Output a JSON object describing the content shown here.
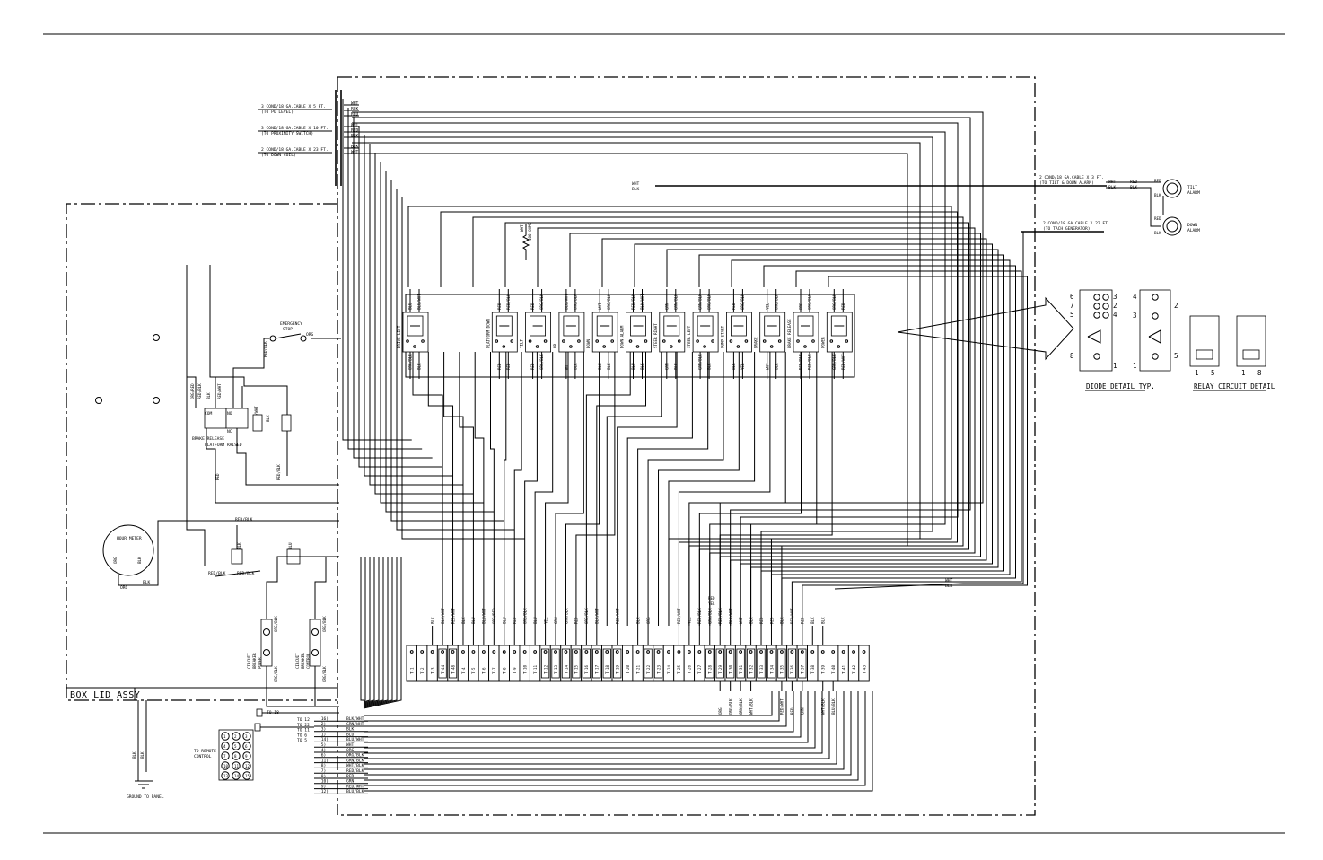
{
  "box_lid_label": "BOX LID ASSY",
  "cables": [
    {
      "id": "c1",
      "line1": "3 COND/18 GA.CABLE X 5 FT.",
      "line2": "(TO PU LEVEL)",
      "wires": [
        "WHT",
        "BLK",
        "RED"
      ]
    },
    {
      "id": "c2",
      "line1": "3 COND/18 GA.CABLE X 10 FT.",
      "line2": "(TO PROXIMITY SWITCH)",
      "wires": [
        "WHT",
        "RED",
        "BLK"
      ]
    },
    {
      "id": "c3",
      "line1": "2 COND/18 GA.CABLE X 23 FT.",
      "line2": "(TO DOWN COIL)",
      "wires": [
        "BLK",
        "WHT"
      ]
    }
  ],
  "right_cables": [
    {
      "id": "r1",
      "line1": "2 COND/18 GA.CABLE X 3 FT.",
      "line2": "(TO TILT & DOWN ALARM)",
      "wires": [
        "WHT",
        "BLK"
      ],
      "far": [
        "RED",
        "BLK"
      ]
    },
    {
      "id": "r2",
      "line1": "2 COND/18 GA.CABLE X 22 FT.",
      "line2": "(TO TACH GENERATOR)"
    }
  ],
  "alarms": [
    {
      "label": "TILT ALARM",
      "term": "RED",
      "neg": "BLK"
    },
    {
      "label": "DOWN ALARM",
      "term": "RED",
      "neg": "BLK"
    }
  ],
  "junction_wires": {
    "top": [
      "WHT",
      "BLK"
    ],
    "bottom": [
      "WHT",
      "BLK"
    ]
  },
  "resistor": {
    "label": "100 OHMS",
    "wire": "WHT"
  },
  "emergency_stop": {
    "line1": "EMERGENCY",
    "line2": "STOP",
    "wire1": "ORG",
    "wire2": "RED/BLK"
  },
  "brake_release": "BRAKE RELEASE",
  "platform_raised": "PLATFORM RAISED",
  "switch_labels": [
    "NO",
    "NC",
    "COM"
  ],
  "side_wires": [
    "ORG/RED",
    "RED/BLK",
    "BLK",
    "RED/WHT",
    "RED/WHT",
    "BLK",
    "RED/BLK",
    "RED"
  ],
  "hour_meter": {
    "label": "HOUR METER",
    "wire1": "ORG",
    "wire2": "BLK"
  },
  "hm_wires": [
    "RED/BLK",
    "RED/BLK",
    "RED/BLK",
    "BLK",
    "BLU"
  ],
  "breakers": [
    {
      "line1": "CIRCUIT",
      "line2": "BREAKER",
      "line3": "POWER",
      "w1": "ORG/BLK",
      "w2": "ORG/BLK"
    },
    {
      "line1": "CIRCUIT",
      "line2": "BREAKER",
      "line3": "CONTROL",
      "w1": "ORG/BLK",
      "w2": "ORG/BLK"
    }
  ],
  "relays": [
    {
      "name": "DRIVE LIFT",
      "top": [
        "BLU",
        "BLU/WHT"
      ],
      "bot": [
        "ORG/BLK",
        "BLK"
      ]
    },
    {
      "name": "PLATFORM DOWN",
      "top": [
        "RED",
        "RED/BLK"
      ],
      "bot": [
        "RED",
        "RED"
      ]
    },
    {
      "name": "TILT",
      "top": [
        "RED",
        "ORG/BLK"
      ],
      "bot": [
        "RED",
        "ORG/BLK"
      ]
    },
    {
      "name": "UP",
      "top": [
        "BLU/WHT",
        "ORG/BLK"
      ],
      "bot": [
        "WHT",
        "BLK"
      ]
    },
    {
      "name": "DOWN",
      "top": [
        "WHT",
        "ORG/BLK"
      ],
      "bot": [
        "BLK",
        "BLK"
      ]
    },
    {
      "name": "DOWN ALARM",
      "top": [
        "RED/BLK",
        "BLK/WHT"
      ],
      "bot": [
        "BLU",
        "BLK"
      ]
    },
    {
      "name": "STEER RIGHT",
      "top": [
        "GRN",
        "GRN/BLK"
      ],
      "bot": [
        "GRN",
        "BLK"
      ]
    },
    {
      "name": "STEER LEFT",
      "top": [
        "GRN/BLK",
        "ORG/BLK"
      ],
      "bot": [
        "GRN/BLK",
        "BLK"
      ]
    },
    {
      "name": "PUMP START",
      "top": [
        "RED",
        "ORG/BLK"
      ],
      "bot": [
        "BLK",
        "YEL"
      ]
    },
    {
      "name": "BRAKE",
      "top": [
        "YEL",
        "ORG/BLK"
      ],
      "bot": [
        "WHT",
        "BLK"
      ]
    },
    {
      "name": "BRAKE RELEASE",
      "top": [
        "ORG",
        "ORG/BLK"
      ],
      "bot": [
        "RED/BLK",
        "RED/BLK"
      ]
    },
    {
      "name": "POWER",
      "top": [
        "ORG/BLK",
        "RED"
      ],
      "bot": [
        "GRN/BLK",
        "RED/WHT"
      ]
    }
  ],
  "terminals": [
    "T-1",
    "T-2",
    "T-3",
    "T-44",
    "T-48",
    "T-4",
    "T-5",
    "T-6",
    "T-7",
    "T-8",
    "T-9",
    "T-10",
    "T-11",
    "T-12",
    "T-13",
    "T-14",
    "T-15",
    "T-16",
    "T-17",
    "T-18",
    "T-19",
    "T-20",
    "T-21",
    "T-22",
    "T-23",
    "T-24",
    "T-25",
    "T-26",
    "T-27",
    "T-28",
    "T-29",
    "T-30",
    "T-31",
    "T-32",
    "T-33",
    "T-34",
    "T-35",
    "T-36",
    "T-37",
    "T-38",
    "T-39",
    "T-40",
    "T-41",
    "T-42",
    "T-43"
  ],
  "terminal_boxed": [
    3,
    4,
    13,
    14,
    15,
    16,
    17,
    18,
    19,
    20,
    23,
    24,
    29,
    30,
    31,
    32,
    33,
    34,
    35,
    36,
    37,
    38
  ],
  "top_wires": [
    "",
    "",
    "BLK",
    "BLK/WHT",
    "RED/WHT",
    "BLK",
    "BLU",
    "BLU/WHT",
    "ORG/RED",
    "BLU",
    "RED",
    "ORG/BLK",
    "BLU",
    "YEL",
    "GRN",
    "GRN/BLK",
    "RED",
    "ORG/BLK",
    "BLK/WHT",
    "",
    "RED/WHT",
    "",
    "BLK",
    "ORG",
    "",
    "",
    "RED/WHT",
    "YEL",
    "RED/BLK",
    "GRN/BLK",
    "RED/BLK",
    "BLK/WHT",
    "WHT",
    "BLK",
    "RED",
    "RED",
    "BLK",
    "RED/WHT",
    "RED",
    "BLK",
    "BLK",
    "",
    "",
    ""
  ],
  "bottom_wires": [
    "",
    "",
    "",
    "",
    "",
    "",
    "",
    "",
    "",
    "",
    "",
    "",
    "",
    "",
    "",
    "",
    "",
    "",
    "",
    "",
    "",
    "",
    "",
    "",
    "",
    "",
    "",
    "",
    "",
    "",
    "ORG",
    "ORG/BLK",
    "GRN/BLK",
    "WHT/BLK",
    "",
    "",
    "RED/WHT",
    "RED",
    "GRN",
    "",
    "WHT/BLK",
    "BLU/BLK",
    "",
    "",
    ""
  ],
  "coil_wires": [
    "YEL",
    "RED"
  ],
  "connector": {
    "label1": "TO REMOTE",
    "label2": "CONTROL",
    "pins": [
      [
        "1",
        "2",
        "3"
      ],
      [
        "4",
        "5",
        "6"
      ],
      [
        "7",
        "8",
        "9"
      ],
      [
        "10",
        "11",
        "12"
      ],
      [
        "13",
        "14",
        "15"
      ]
    ]
  },
  "pin_labels": [
    "TO 12",
    "TO 22",
    "TO 11",
    "TO 6",
    "TO 5"
  ],
  "to18": "TO 18",
  "bundle": [
    {
      "pin": "(16)",
      "wire": "BLK/WHT"
    },
    {
      "pin": "(2)",
      "wire": "GRN/WHT"
    },
    {
      "pin": "(3)",
      "wire": "BLK"
    },
    {
      "pin": "(1)",
      "wire": "BLU"
    },
    {
      "pin": "(14)",
      "wire": "BLU/WHT"
    },
    {
      "pin": "(5)",
      "wire": "WHT"
    },
    {
      "pin": "(4)",
      "wire": "ORG"
    },
    {
      "pin": "(6)",
      "wire": "ORG/BLK"
    },
    {
      "pin": "(11)",
      "wire": "GRN/BLK"
    },
    {
      "pin": "(8)",
      "wire": "WHT/BLK"
    },
    {
      "pin": "(7)",
      "wire": "RED/BLK"
    },
    {
      "pin": "(8)",
      "wire": "RED"
    },
    {
      "pin": "(10)",
      "wire": "GRN"
    },
    {
      "pin": "(9)",
      "wire": "RED/WHT"
    },
    {
      "pin": "(12)",
      "wire": "BLU/BLK"
    }
  ],
  "ground": {
    "label": "GROUND TO PANEL",
    "wires": [
      "BLK",
      "BLK"
    ]
  },
  "diode_detail": {
    "caption": "DIODE DETAIL TYP.",
    "nums": [
      "6",
      "7",
      "5",
      "8",
      "3",
      "2",
      "4",
      "1"
    ],
    "nums2": [
      "4",
      "2",
      "3",
      "5",
      "1"
    ]
  },
  "relay_detail": {
    "caption": "RELAY CIRCUIT DETAIL",
    "nums": [
      "1",
      "5",
      "1",
      "8"
    ]
  }
}
